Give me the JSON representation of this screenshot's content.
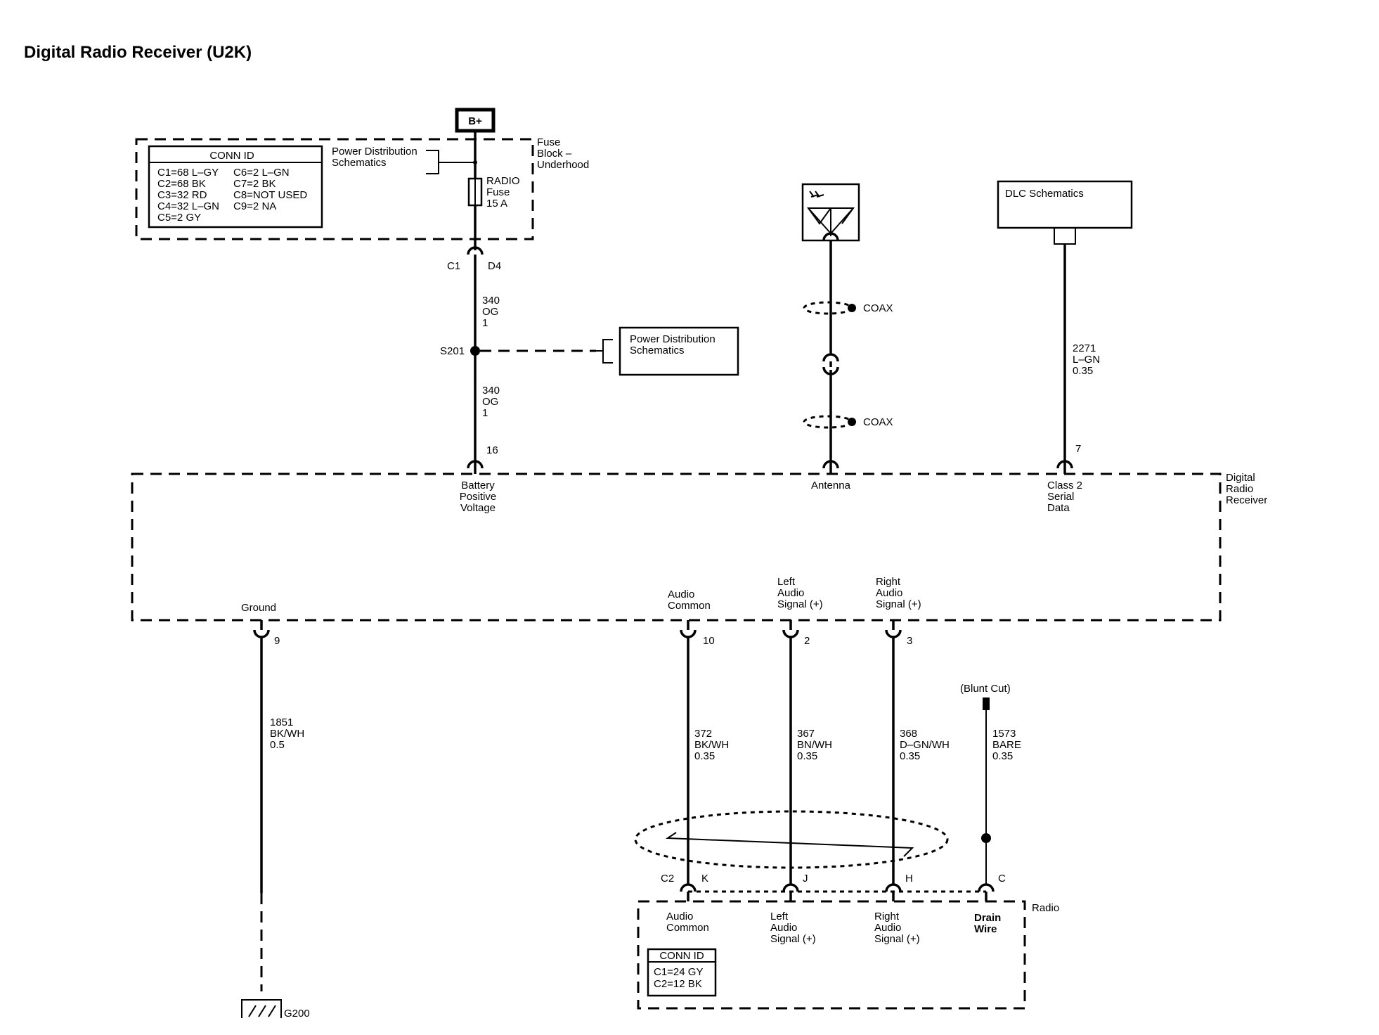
{
  "title": "Digital Radio Receiver (U2K)",
  "power": {
    "source": "B+",
    "fuse_block": [
      "Fuse",
      "Block –",
      "Underhood"
    ],
    "pd_ref_top": [
      "Power Distribution",
      "Schematics"
    ],
    "fuse": [
      "RADIO",
      "Fuse",
      "15 A"
    ],
    "connectors": {
      "c1": "C1",
      "d4": "D4"
    },
    "wire_upper": [
      "340",
      "OG",
      "1"
    ],
    "splice": "S201",
    "pd_ref_box": [
      "Power Distribution",
      "Schematics"
    ],
    "wire_lower": [
      "340",
      "OG",
      "1"
    ],
    "pin": "16"
  },
  "conn_id_top": {
    "header": "CONN ID",
    "left": [
      "C1=68 L–GY",
      "C2=68 BK",
      "C3=32 RD",
      "C4=32 L–GN",
      "C5=2 GY"
    ],
    "right": [
      "C6=2 L–GN",
      "C7=2 BK",
      "C8=NOT USED",
      "C9=2 NA"
    ]
  },
  "antenna": {
    "coax_1": "COAX",
    "coax_2": "COAX",
    "label": "Antenna"
  },
  "dlc": {
    "box": "DLC Schematics",
    "wire": [
      "2271",
      "L–GN",
      "0.35"
    ],
    "pin": "7",
    "label": [
      "Class 2",
      "Serial",
      "Data"
    ]
  },
  "receiver": {
    "name": [
      "Digital",
      "Radio",
      "Receiver"
    ],
    "battery_label": [
      "Battery",
      "Positive",
      "Voltage"
    ],
    "ground_label": "Ground",
    "audio_common": [
      "Audio",
      "Common"
    ],
    "left_audio": [
      "Left",
      "Audio",
      "Signal (+)"
    ],
    "right_audio": [
      "Right",
      "Audio",
      "Signal (+)"
    ]
  },
  "ground": {
    "pin": "9",
    "wire": [
      "1851",
      "BK/WH",
      "0.5"
    ],
    "ref": "G200"
  },
  "audio_wires": [
    {
      "pin": "10",
      "wire": [
        "372",
        "BK/WH",
        "0.35"
      ],
      "radio_pin": "K"
    },
    {
      "pin": "2",
      "wire": [
        "367",
        "BN/WH",
        "0.35"
      ],
      "radio_pin": "J"
    },
    {
      "pin": "3",
      "wire": [
        "368",
        "D–GN/WH",
        "0.35"
      ],
      "radio_pin": "H"
    }
  ],
  "drain": {
    "blunt": "(Blunt Cut)",
    "wire": [
      "1573",
      "BARE",
      "0.35"
    ],
    "radio_pin": "C"
  },
  "radio": {
    "name": "Radio",
    "connector": "C2",
    "labels": {
      "audio_common": [
        "Audio",
        "Common"
      ],
      "left": [
        "Left",
        "Audio",
        "Signal (+)"
      ],
      "right": [
        "Right",
        "Audio",
        "Signal (+)"
      ],
      "drain": [
        "Drain",
        "Wire"
      ]
    },
    "conn_id": {
      "header": "CONN ID",
      "lines": [
        "C1=24 GY",
        "C2=12 BK"
      ]
    }
  }
}
